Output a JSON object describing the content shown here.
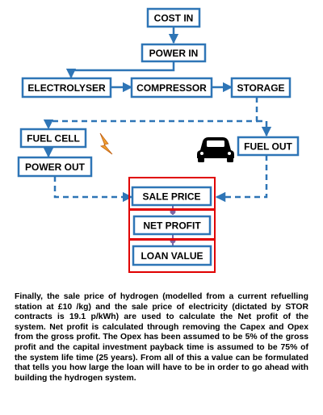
{
  "diagram": {
    "nodes": {
      "cost_in": "COST IN",
      "power_in": "POWER IN",
      "electrolyser": "ELECTROLYSER",
      "compressor": "COMPRESSOR",
      "storage": "STORAGE",
      "fuel_cell": "FUEL CELL",
      "power_out": "POWER OUT",
      "fuel_out": "FUEL OUT",
      "sale_price": "SALE PRICE",
      "net_profit": "NET PROFIT",
      "loan_value": "LOAN VALUE"
    },
    "icons": [
      "lightning-bolt-icon",
      "car-icon"
    ],
    "colors": {
      "box_border": "#2e75b6",
      "arrow": "#2e75b6",
      "highlight": "#e00000",
      "bolt": "#f0a030"
    }
  },
  "caption": "Finally, the sale price of hydrogen (modelled from a current refuelling station at £10 /kg) and the sale price of electricity (dictated by STOR contracts is 19.1 p/kWh) are used to calculate the Net profit of the system. Net profit is calculated through removing the Capex and Opex from the gross profit. The Opex has been assumed to be 5% of the gross profit and the capital investment payback time is assumed to be 75% of the system life time (25 years). From all of this a value can be formulated that tells you how large the loan will have to be in order to go ahead with building the hydrogen system."
}
